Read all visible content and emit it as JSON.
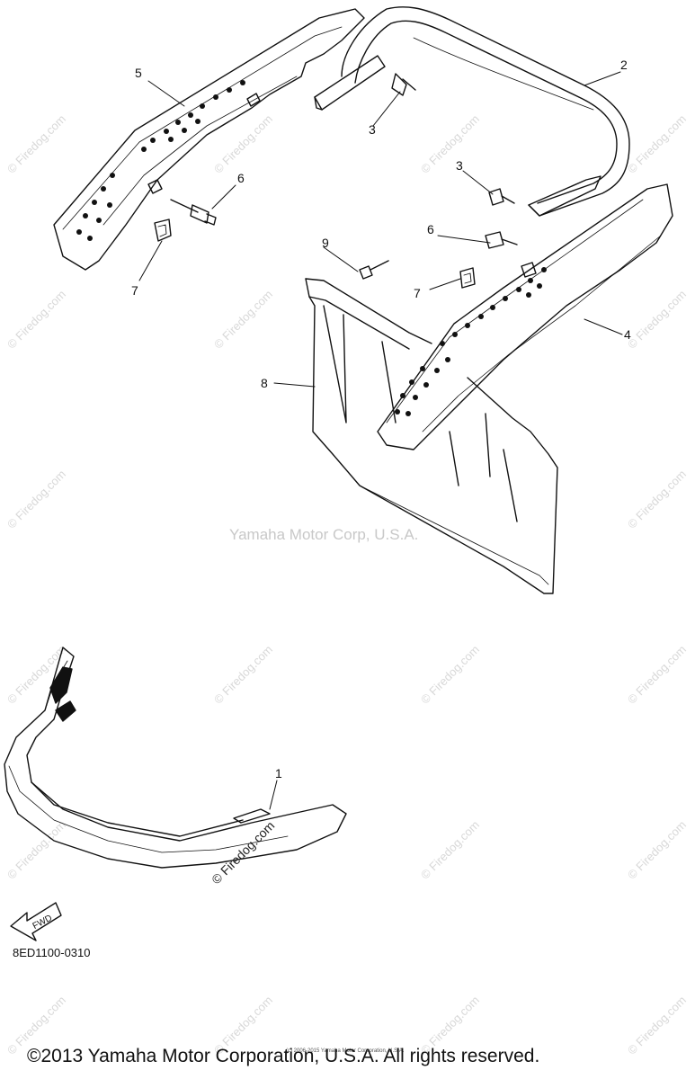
{
  "callouts": [
    "1",
    "2",
    "3",
    "3",
    "4",
    "5",
    "6",
    "6",
    "7",
    "7",
    "8",
    "9"
  ],
  "fwd_label": "FWD",
  "part_code": "8ED1100-0310",
  "watermark_center": "Yamaha Motor Corp, U.S.A.",
  "watermark_tile": "© Firedog.com",
  "copyright": "©2013 Yamaha Motor Corporation, U.S.A. All rights reserved.",
  "tiny_notice": "(c) 2006-2015 Yamaha Motor Corporation, U.S.A."
}
